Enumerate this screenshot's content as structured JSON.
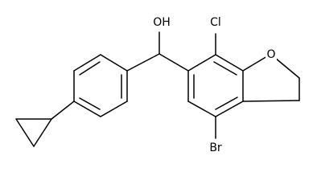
{
  "molecule": {
    "labels": {
      "hydroxyl": "OH",
      "chlorine": "Cl",
      "ring_oxygen": "O",
      "bromine": "Br"
    },
    "colors": {
      "bond": "#000000",
      "text": "#000000",
      "background": "#ffffff"
    }
  }
}
